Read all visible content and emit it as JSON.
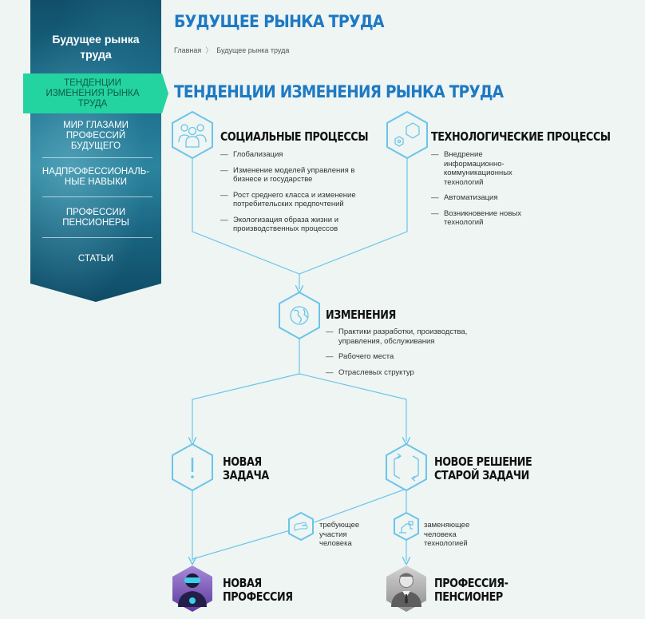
{
  "sidebar": {
    "title": "Будущее рынка труда",
    "active_item": "ТЕНДЕНЦИИ ИЗМЕНЕНИЯ РЫНКА ТРУДА",
    "items": [
      "МИР ГЛАЗАМИ ПРОФЕССИЙ БУДУЩЕГО",
      "НАДПРОФЕССИОНАЛЬ-НЫЕ НАВЫКИ",
      "ПРОФЕССИИ ПЕНСИОНЕРЫ",
      "СТАТЬИ"
    ]
  },
  "header": {
    "title": "БУДУЩЕЕ РЫНКА ТРУДА",
    "breadcrumb": [
      "Главная",
      "Будущее рынка труда"
    ],
    "section_title": "ТЕНДЕНЦИИ ИЗМЕНЕНИЯ РЫНКА ТРУДА"
  },
  "diagram": {
    "social": {
      "heading": "СОЦИАЛЬНЫЕ ПРОЦЕССЫ",
      "icon": "people-group-icon",
      "items": [
        "Глобализация",
        "Изменение моделей управления в бизнесе и государстве",
        "Рост среднего класса и изменение потребительских предпочтений",
        "Экологизация образа жизни и производственных процессов"
      ]
    },
    "tech": {
      "heading": "ТЕХНОЛОГИЧЕСКИЕ ПРОЦЕССЫ",
      "icon": "hexagons-icon",
      "items": [
        "Внедрение информационно-коммуникационных технологий",
        "Автоматизация",
        "Возникновение новых технологий"
      ]
    },
    "changes": {
      "heading": "ИЗМЕНЕНИЯ",
      "icon": "globe-icon",
      "items": [
        "Практики разработки, производства, управления, обслуживания",
        "Рабочего места",
        "Отраслевых структур"
      ]
    },
    "new_task": {
      "heading_line1": "НОВАЯ",
      "heading_line2": "ЗАДАЧА",
      "icon": "exclamation-icon"
    },
    "new_solution": {
      "heading_line1": "НОВОЕ РЕШЕНИЕ",
      "heading_line2": "СТАРОЙ ЗАДАЧИ",
      "icon": "cycle-arrows-icon"
    },
    "requires_human": {
      "text_lines": [
        "требующее",
        "участия",
        "человека"
      ],
      "icon": "hand-icon"
    },
    "replaces_human": {
      "text_lines": [
        "заменяющее",
        "человека",
        "технологией"
      ],
      "icon": "robot-arm-icon"
    },
    "new_profession": {
      "heading_line1": "НОВАЯ",
      "heading_line2": "ПРОФЕССИЯ",
      "icon": "vr-person-avatar"
    },
    "retired_profession": {
      "heading_line1": "ПРОФЕССИЯ-",
      "heading_line2": "ПЕНСИОНЕР",
      "icon": "suit-person-avatar"
    }
  },
  "colors": {
    "accent_blue": "#1e79c3",
    "line_blue": "#6cc4ea",
    "active_green": "#23d4a0",
    "sidebar_dark": "#114f69",
    "background": "#eef5f3",
    "avatar_purple": "#7b4fb8",
    "avatar_grey": "#a5a5a5"
  }
}
